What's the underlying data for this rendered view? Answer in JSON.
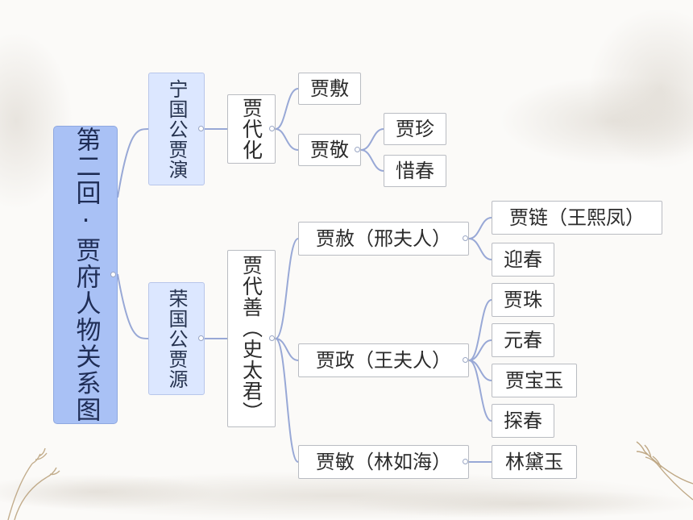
{
  "root": "第二回·贾府人物关系图",
  "branches": {
    "ningguo": {
      "name": "宁国公贾演",
      "child": "贾代化",
      "children": {
        "fu": "贾敷",
        "jing": "贾敬",
        "jing_children": [
          "贾珍",
          "惜春"
        ]
      }
    },
    "rongguo": {
      "name": "荣国公贾源",
      "child": "贾代善（史太君）",
      "she": {
        "name": "贾赦（邢夫人）",
        "children": [
          "贾链（王熙凤）",
          "迎春"
        ]
      },
      "zheng": {
        "name": "贾政（王夫人）",
        "children": [
          "贾珠",
          "元春",
          "贾宝玉",
          "探春"
        ]
      },
      "min": {
        "name": "贾敏（林如海）",
        "children": [
          "林黛玉"
        ]
      }
    }
  }
}
